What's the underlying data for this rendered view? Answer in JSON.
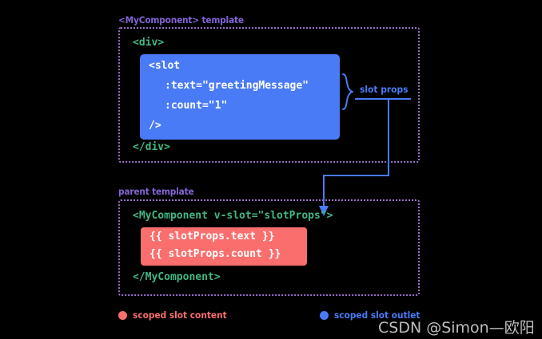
{
  "theme": {
    "background": "#000000",
    "green": "#42b883",
    "purple": "#8464d6",
    "dotted_border": "#9b6fc9",
    "blue": "#4a7bf7",
    "red": "#fa6e6e",
    "white": "#ffffff"
  },
  "component_section": {
    "label": "<MyComponent> template",
    "code": {
      "div_open": "<div>",
      "div_close": "</div>"
    },
    "slot_outlet": {
      "lines": [
        "<slot",
        ":text=\"greetingMessage\"",
        ":count=\"1\"",
        "/>"
      ]
    },
    "annotation": {
      "label": "slot props",
      "brace": "}"
    }
  },
  "parent_section": {
    "label": "parent template",
    "code": {
      "component_open": "<MyComponent v-slot=\"slotProps\">",
      "component_close": "</MyComponent>"
    },
    "slot_content": {
      "lines": [
        "{{ slotProps.text }}",
        "{{ slotProps.count }}"
      ]
    }
  },
  "legend": [
    {
      "label": "scoped slot content",
      "color": "#fa6e6e"
    },
    {
      "label": "scoped slot outlet",
      "color": "#4a7bf7"
    }
  ],
  "watermark": {
    "text": "CSDN @Simon—欧阳"
  }
}
